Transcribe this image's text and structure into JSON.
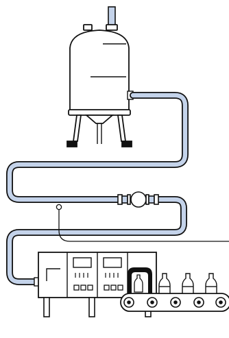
{
  "colors": {
    "outline": "#111111",
    "pipe_fill": "#c4d3ea",
    "background": "#ffffff",
    "panel_fill": "#ffffff"
  },
  "icons": {
    "tank": "storage-tank",
    "pump": "pump",
    "valve": "valve",
    "machine": "bottling-machine",
    "conveyor": "conveyor-belt",
    "bottle": "bottle",
    "sensor": "sensor"
  },
  "conveyor": {
    "bottle_count": 4
  }
}
